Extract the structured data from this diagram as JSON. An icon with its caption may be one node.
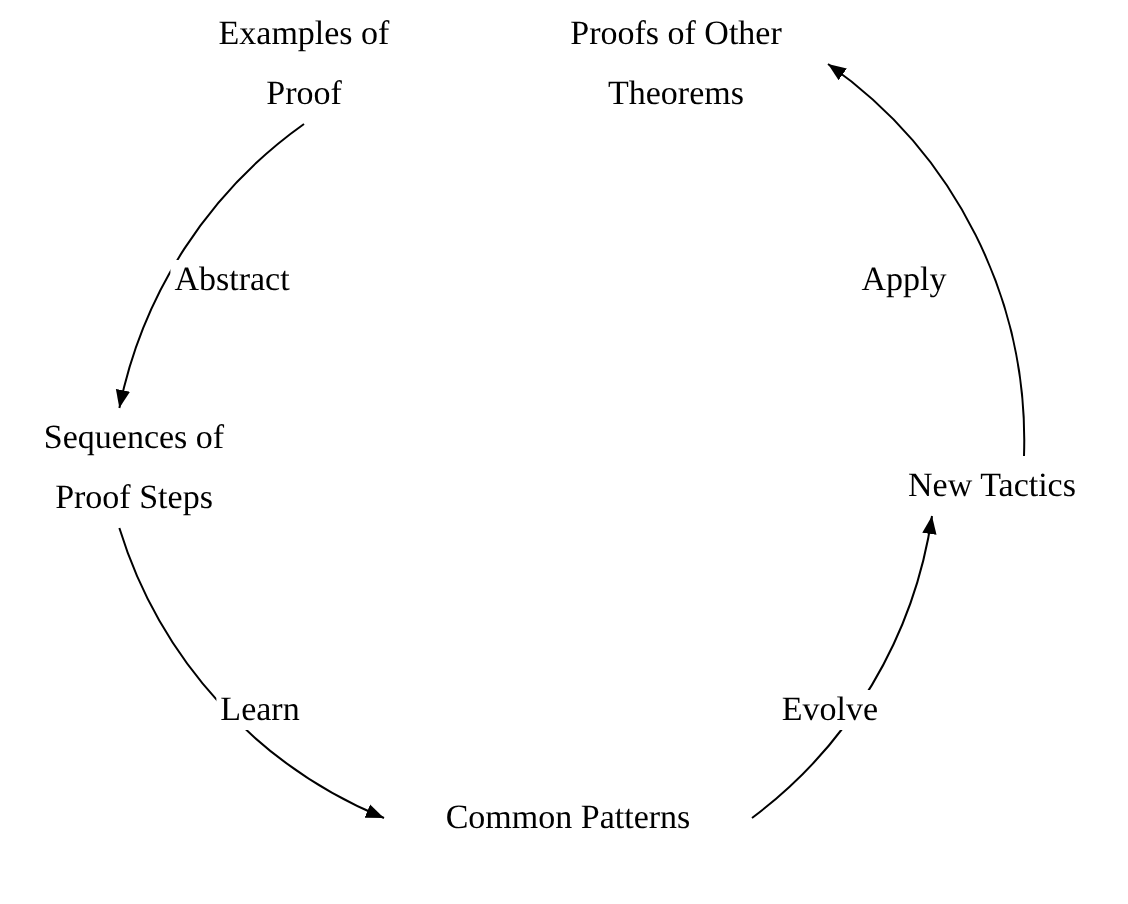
{
  "diagram": {
    "nodes": [
      {
        "text": [
          "Examples of Proof"
        ]
      },
      {
        "text": [
          "Proofs of Other Theorems"
        ]
      },
      {
        "text": [
          "Sequences of Proof Steps"
        ]
      },
      {
        "text": [
          "New Tactics"
        ]
      },
      {
        "text": [
          "Common Patterns"
        ]
      }
    ],
    "edges": [
      {
        "from": 0,
        "to": 2,
        "arrow": "to",
        "label": "Abstract"
      },
      {
        "from": 2,
        "to": 4,
        "arrow": "to",
        "label": "Learn"
      },
      {
        "from": 4,
        "to": 3,
        "arrow": "to",
        "label": "Evolve"
      },
      {
        "from": 3,
        "to": 1,
        "arrow": "to",
        "label": "Apply"
      }
    ]
  }
}
